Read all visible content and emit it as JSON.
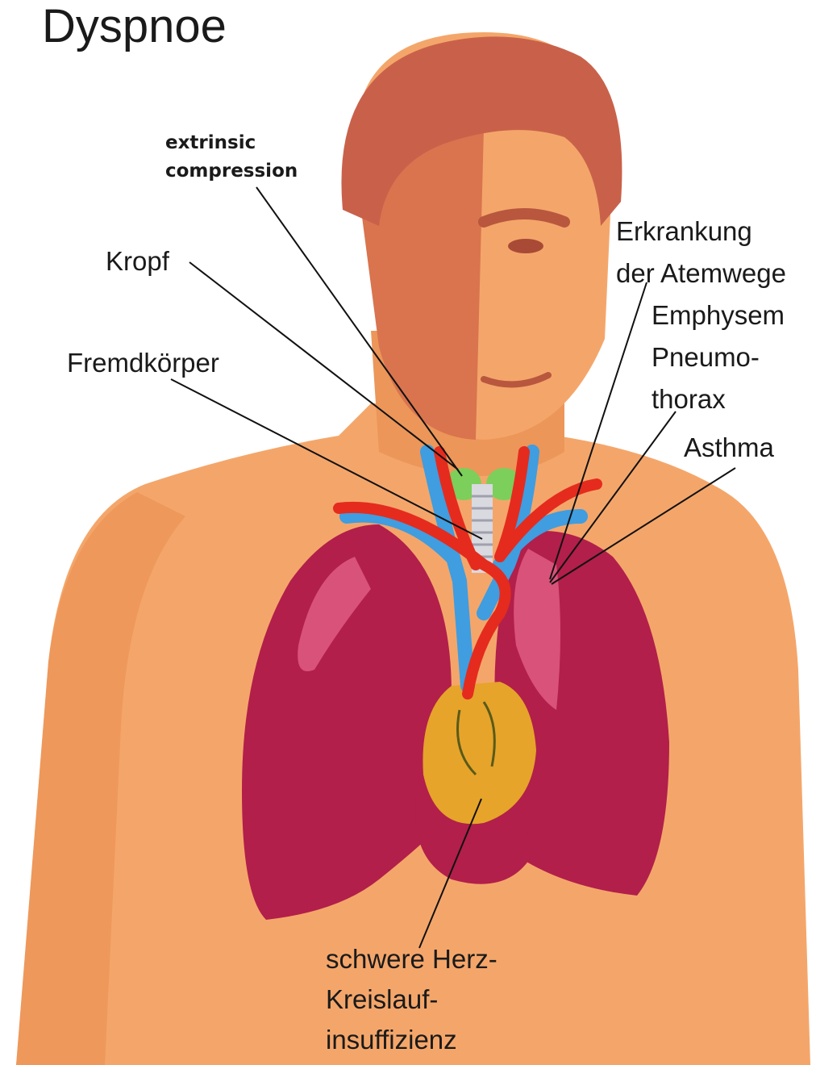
{
  "title": "Dyspnoe",
  "labels": {
    "extrinsic": "extrinsic",
    "compression": "compression",
    "kropf": "Kropf",
    "fremdkoerper": "Fremdkörper",
    "erkrankung": "Erkrankung",
    "atemwege": "der Atemwege",
    "emphysem": "Emphysem",
    "pneumo": "Pneumo-",
    "thorax": "thorax",
    "asthma": "Asthma",
    "herz1": "schwere Herz-",
    "herz2": "Kreislauf-",
    "herz3": "insuffizienz"
  },
  "colors": {
    "skin": "#f4a66a",
    "skin_shadow": "#e98c4e",
    "hair": "#c9614a",
    "lung": "#b21f4a",
    "lung_highlight": "#d8527a",
    "artery": "#e52b1e",
    "vein": "#3f9de0",
    "heart": "#e6a42a",
    "thyroid": "#7ccf5a",
    "leader_line": "#111111"
  }
}
